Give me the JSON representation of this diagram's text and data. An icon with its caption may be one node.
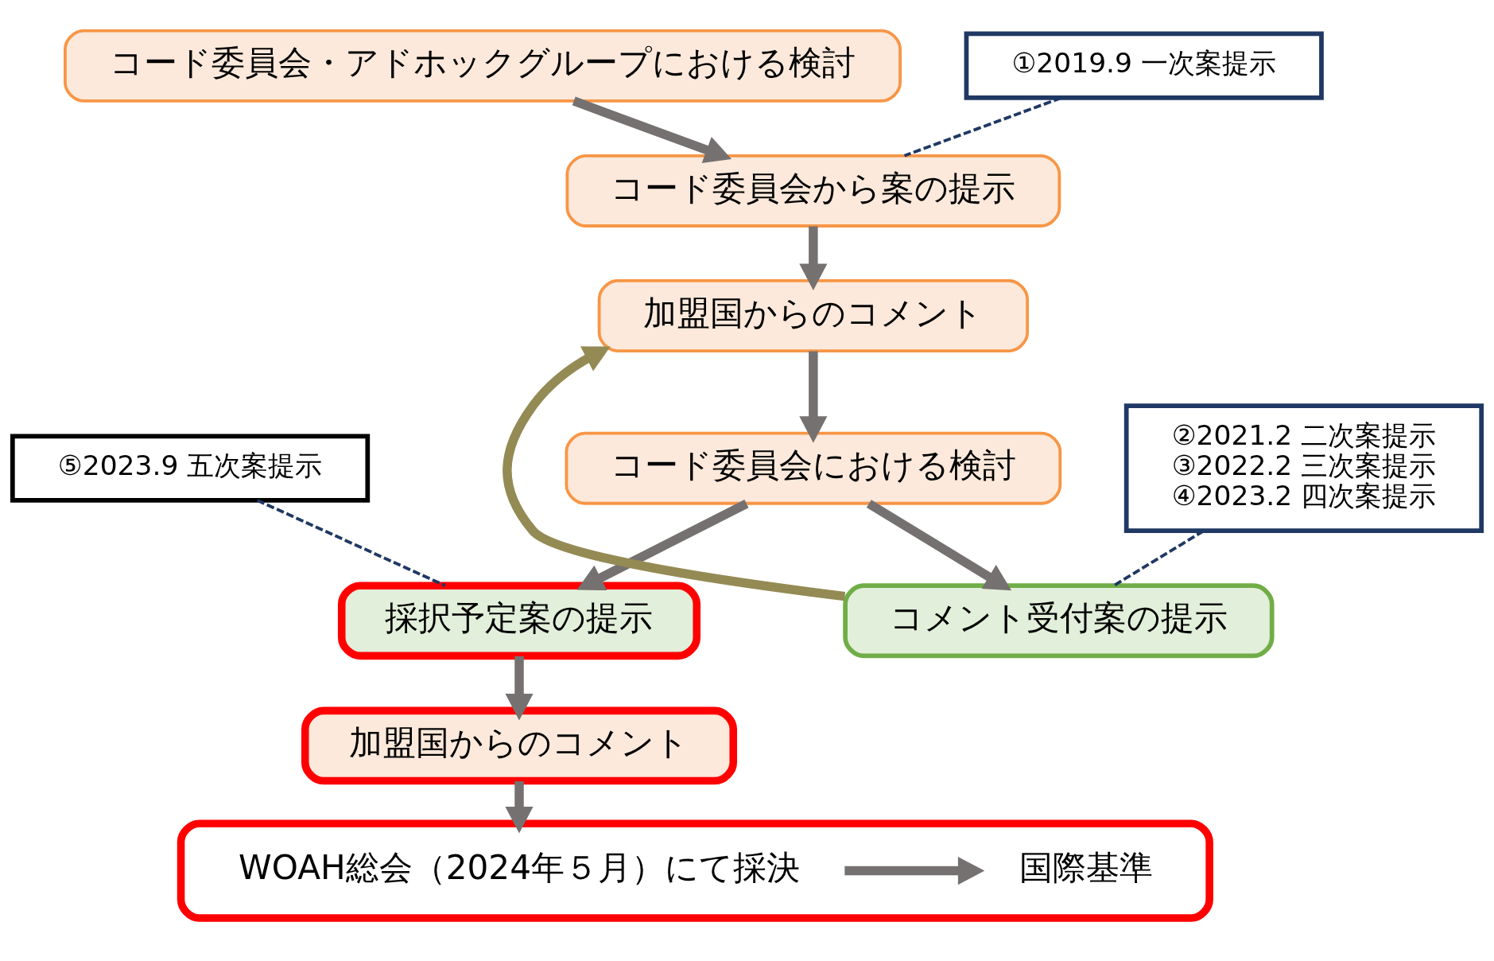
{
  "diagram": {
    "nodes": [
      {
        "text": [
          "コード委員会・アドホックグループにおける検討"
        ]
      },
      {
        "text": [
          "コード委員会から案の提示"
        ]
      },
      {
        "text": [
          "①2019.9 一次案提示"
        ]
      },
      {
        "text": [
          "加盟国からのコメント"
        ]
      },
      {
        "text": [
          "コード委員会における検討"
        ]
      },
      {
        "text": [
          "⑤2023.9 五次案提示"
        ]
      },
      {
        "text": [
          "採択予定案の提示"
        ]
      },
      {
        "text": [
          "②2021.2 二次案提示",
          "③2022.2 三次案提示",
          "④2023.2 四次案提示"
        ]
      },
      {
        "text": [
          "コメント受付案の提示"
        ]
      },
      {
        "text": [
          "加盟国からのコメント"
        ]
      },
      {
        "text": [],
        "shape": "box"
      },
      {
        "text": [
          "WOAH総会（2024年５月）にて採決"
        ],
        "in": 10
      },
      {
        "text": [
          "国際基準"
        ],
        "in": 10
      }
    ],
    "edges": [
      {
        "from": 0,
        "to": 1,
        "arrow": "to"
      },
      {
        "from": 2,
        "to": 1,
        "arrow": "none",
        "style": "dashed"
      },
      {
        "from": 1,
        "to": 3,
        "arrow": "to"
      },
      {
        "from": 3,
        "to": 4,
        "arrow": "to"
      },
      {
        "from": 4,
        "to": 6,
        "arrow": "to"
      },
      {
        "from": 5,
        "to": 6,
        "arrow": "none",
        "style": "dashed"
      },
      {
        "from": 4,
        "to": 8,
        "arrow": "to"
      },
      {
        "from": 7,
        "to": 8,
        "arrow": "none",
        "style": "dashed"
      },
      {
        "from": 8,
        "to": 3,
        "arrow": "to",
        "color": "#948a54"
      },
      {
        "from": 6,
        "to": 9,
        "arrow": "to"
      },
      {
        "from": 9,
        "to": 11,
        "arrow": "to"
      },
      {
        "from": 11,
        "to": 12,
        "arrow": "to"
      }
    ]
  }
}
